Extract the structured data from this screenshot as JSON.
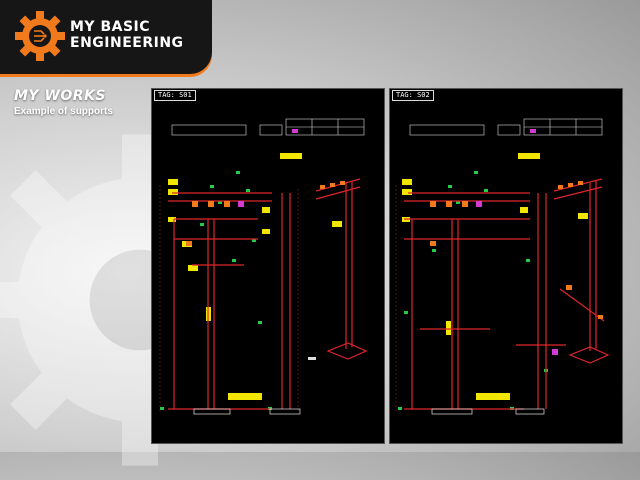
{
  "brand": {
    "line1": "MY BASIC",
    "line2": "ENGINEERING",
    "logo_icon": "gear-chip-icon",
    "accent": "#f07a1c"
  },
  "section": {
    "title": "MY WORKS",
    "subtitle": "Example of supports"
  },
  "sheets": [
    {
      "tag": "TAG: S01"
    },
    {
      "tag": "TAG: S02"
    }
  ]
}
